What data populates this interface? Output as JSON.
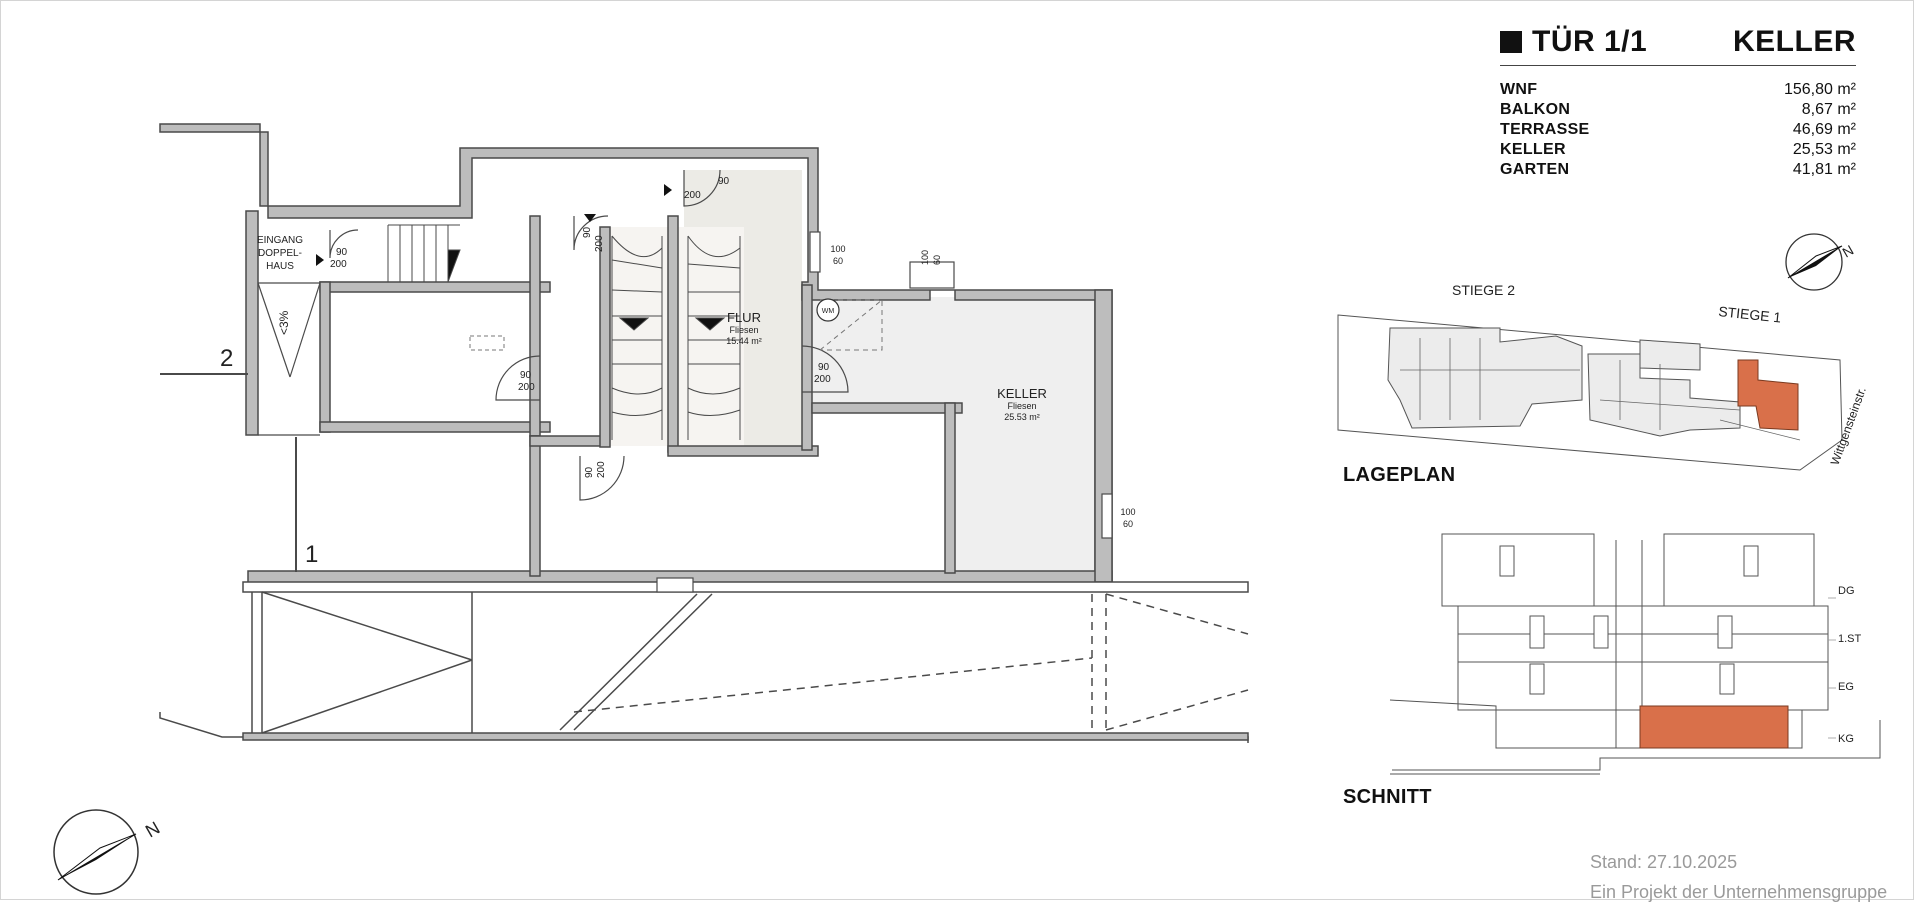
{
  "header": {
    "unit_label": "TÜR 1/1",
    "floor_label": "KELLER"
  },
  "areas": [
    {
      "label": "WNF",
      "value": "156,80 m²"
    },
    {
      "label": "BALKON",
      "value": "8,67 m²"
    },
    {
      "label": "TERRASSE",
      "value": "46,69 m²"
    },
    {
      "label": "KELLER",
      "value": "25,53 m²"
    },
    {
      "label": "GARTEN",
      "value": "41,81 m²"
    }
  ],
  "floorplan": {
    "entrance_label": [
      "EINGANG",
      "DOPPEL-",
      "HAUS"
    ],
    "entrance_door": [
      "90",
      "200"
    ],
    "slope": "<3%",
    "axis_2": "2",
    "axis_1": "1",
    "flur": {
      "name": "FLUR",
      "finish": "Fliesen",
      "area": "15.44 m²"
    },
    "keller": {
      "name": "KELLER",
      "finish": "Fliesen",
      "area": "25.53 m²"
    },
    "wm": "WM",
    "door_top": [
      "90",
      "200"
    ],
    "door_left": [
      "90",
      "200"
    ],
    "door_flur": [
      "90",
      "200"
    ],
    "door_small": [
      "90",
      "200"
    ],
    "door_lower": [
      "90",
      "200"
    ],
    "window_1": [
      "100",
      "60"
    ],
    "window_2": [
      "100",
      "60"
    ],
    "window_3": [
      "100",
      "60"
    ],
    "north": "N"
  },
  "siteplan": {
    "section_title": "LAGEPLAN",
    "stiege_2": "STIEGE 2",
    "stiege_1": "STIEGE 1",
    "street": "Wittgensteinstr.",
    "north": "N"
  },
  "section": {
    "section_title": "SCHNITT",
    "levels": [
      "DG",
      "1.ST",
      "EG",
      "KG"
    ]
  },
  "footer": {
    "date": "Stand: 27.10.2025",
    "project": "Ein Projekt der Unternehmensgruppe"
  },
  "colors": {
    "highlight": "#d9704a",
    "wall": "#4a4a4a",
    "wall_fill": "#bdbdbd",
    "room_fill": "#efefef",
    "flur_fill": "#ecebe6"
  }
}
